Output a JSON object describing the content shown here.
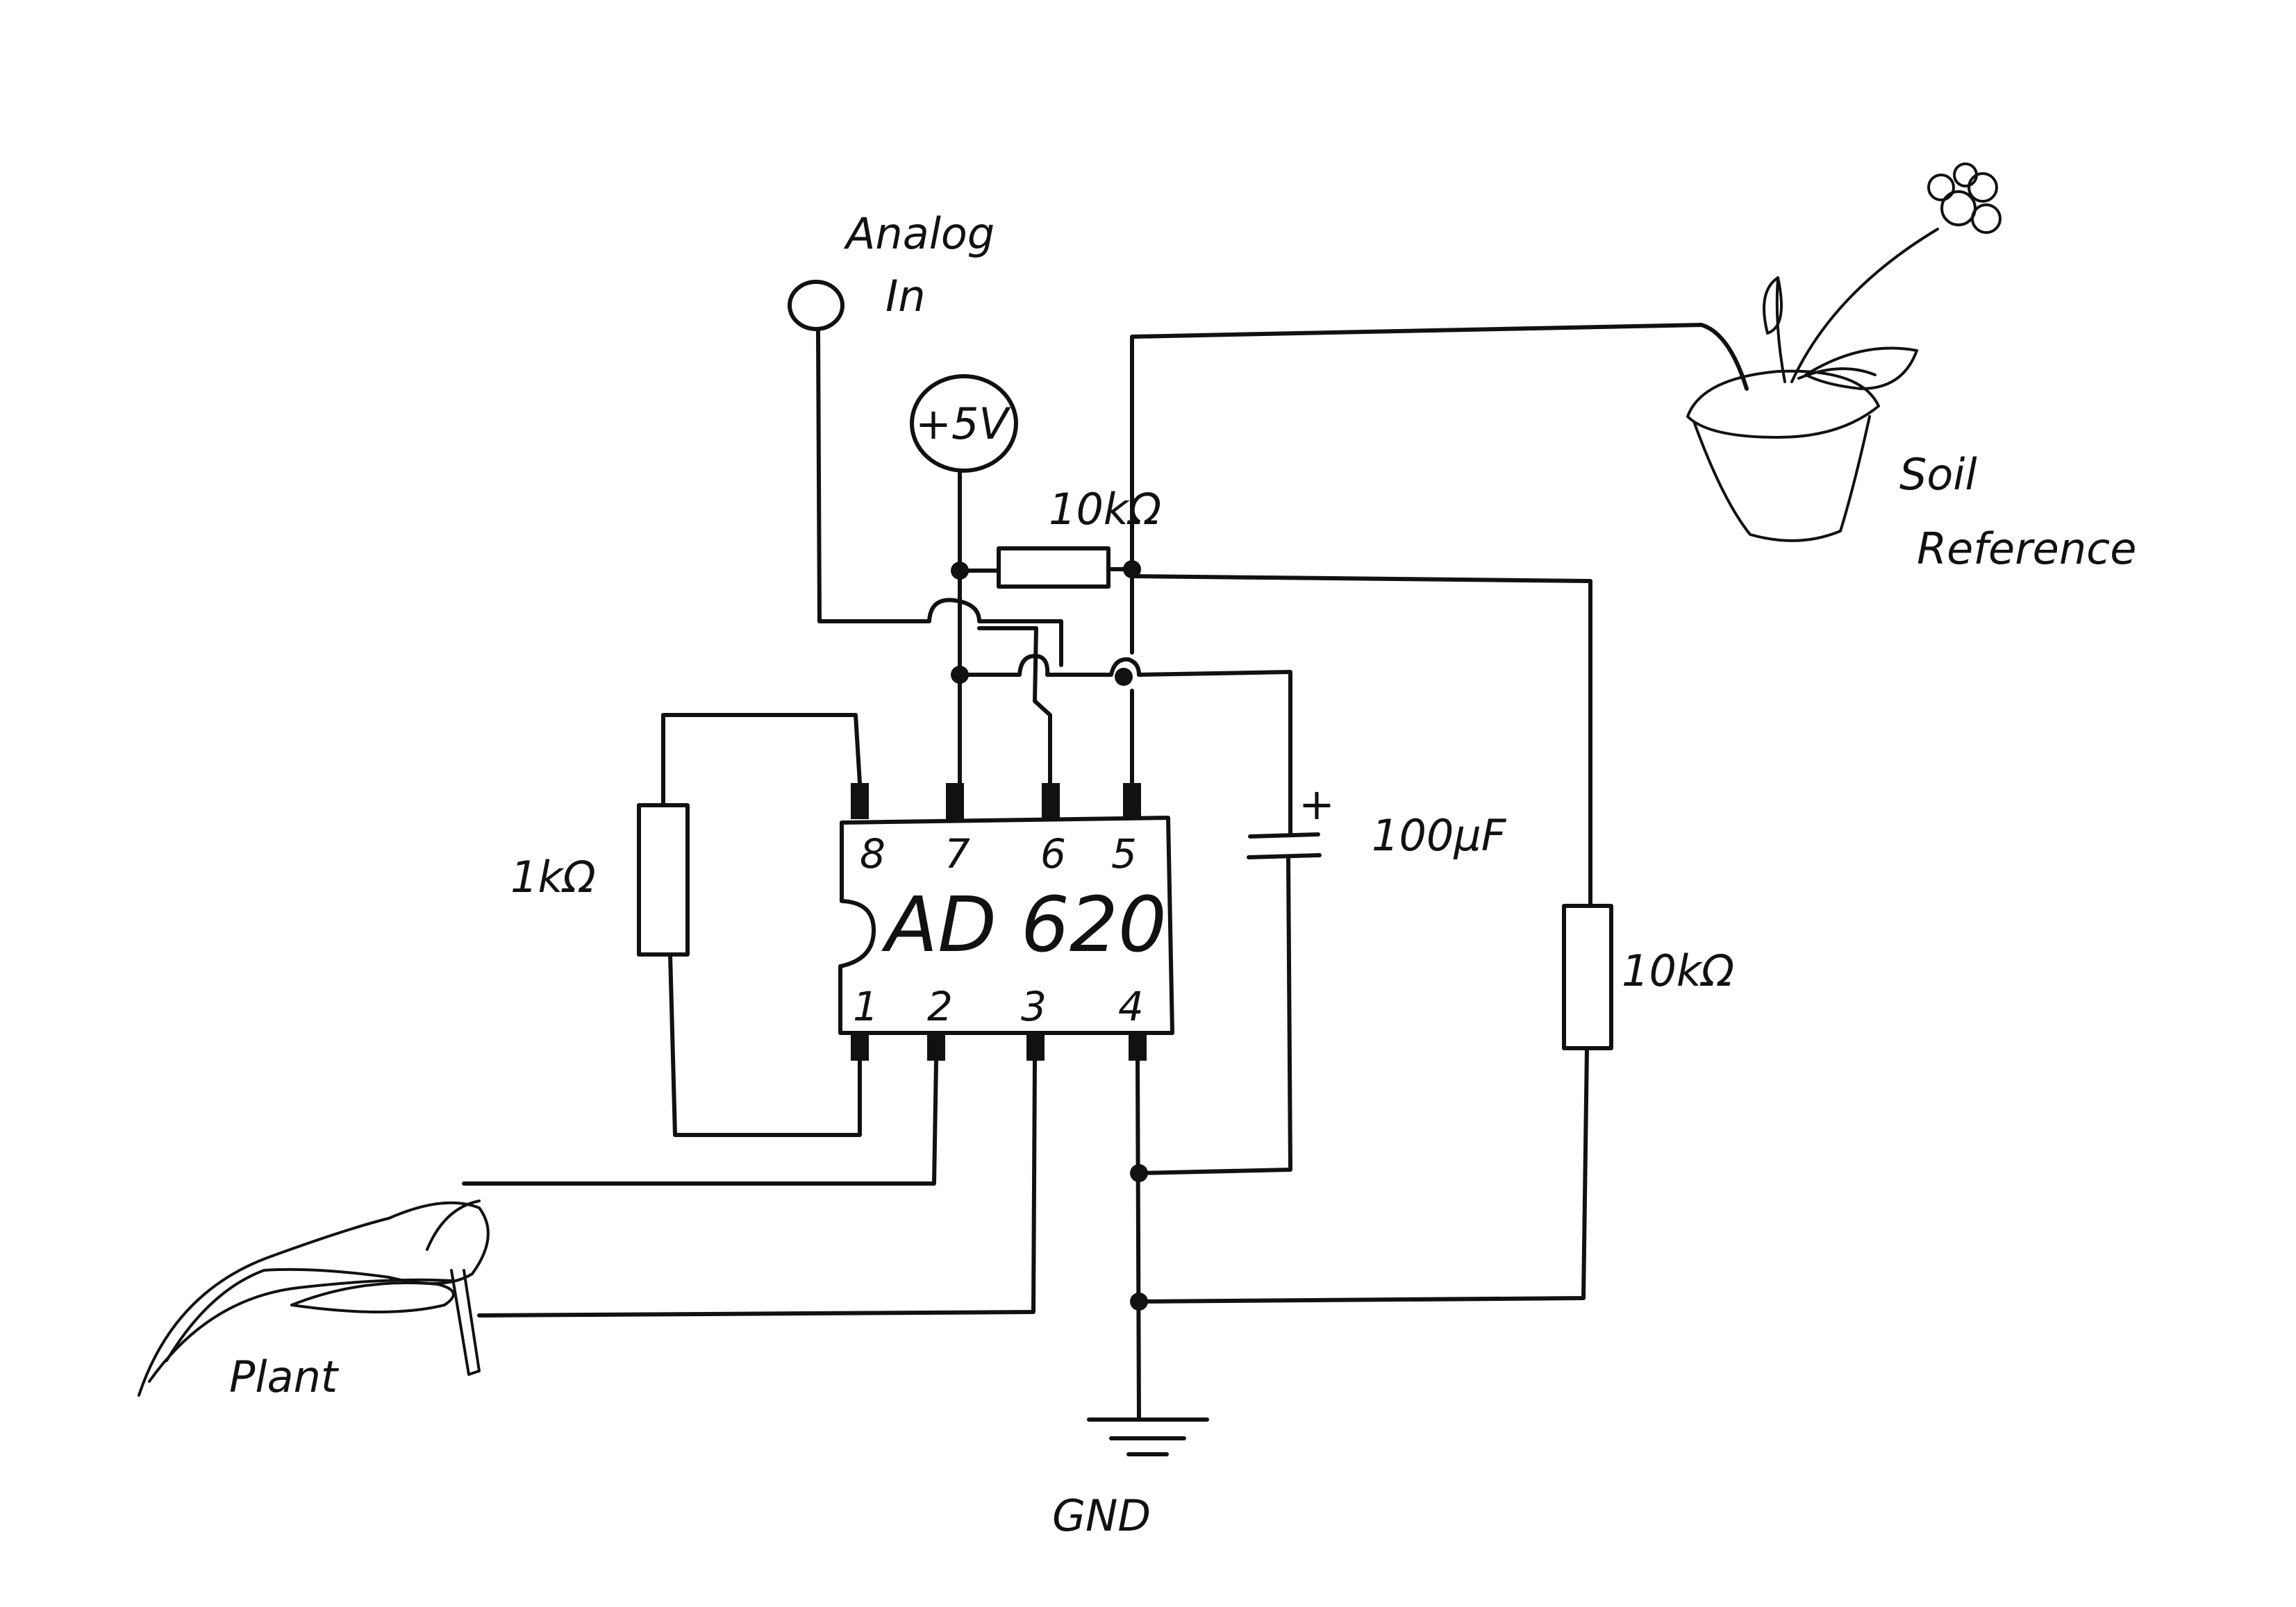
{
  "labels": {
    "analog_in_line1": "Analog",
    "analog_in_line2": "In",
    "supply": "+5V",
    "resistor_top": "10kΩ",
    "resistor_gain": "1kΩ",
    "resistor_right": "10kΩ",
    "capacitor": "100μF",
    "capacitor_polarity": "+",
    "chip_name": "AD 620",
    "ground": "GND",
    "plant": "Plant",
    "soil_line1": "Soil",
    "soil_line2": "Reference"
  },
  "chip_pins_top": [
    "8",
    "7",
    "6",
    "5"
  ],
  "chip_pins_bottom": [
    "1",
    "2",
    "3",
    "4"
  ]
}
